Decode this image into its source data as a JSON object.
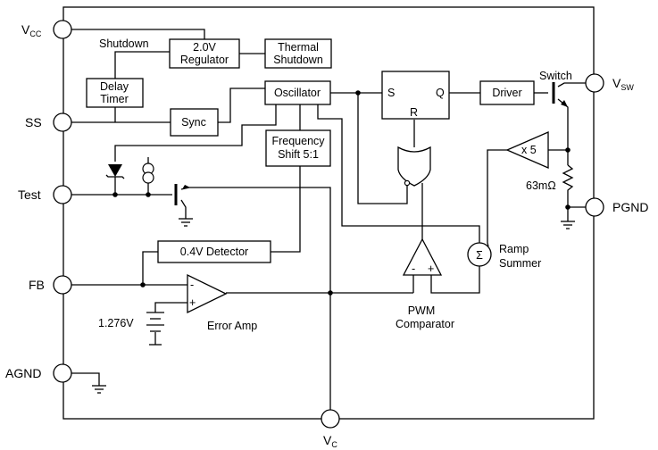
{
  "pins": {
    "vcc": "V",
    "vcc_sub": "CC",
    "ss": "SS",
    "test": "Test",
    "fb": "FB",
    "agnd": "AGND",
    "vsw": "V",
    "vsw_sub": "SW",
    "pgnd": "PGND",
    "vc": "V",
    "vc_sub": "C"
  },
  "blocks": {
    "regulator_line1": "2.0V",
    "regulator_line2": "Regulator",
    "thermal_line1": "Thermal",
    "thermal_line2": "Shutdown",
    "delay_line1": "Delay",
    "delay_line2": "Timer",
    "oscillator": "Oscillator",
    "sync": "Sync",
    "freq_line1": "Frequency",
    "freq_line2": "Shift 5:1",
    "detector": "0.4V Detector",
    "driver": "Driver"
  },
  "labels": {
    "shutdown": "Shutdown",
    "switch": "Switch",
    "resistor": "63mΩ",
    "gain": "x 5",
    "ramp_line1": "Ramp",
    "ramp_line2": "Summer",
    "sigma": "Σ",
    "pwm_line1": "PWM",
    "pwm_line2": "Comparator",
    "error_amp": "Error Amp",
    "reference": "1.276V",
    "latch_s": "S",
    "latch_q": "Q",
    "latch_r": "R",
    "minus": "-",
    "plus": "+"
  }
}
